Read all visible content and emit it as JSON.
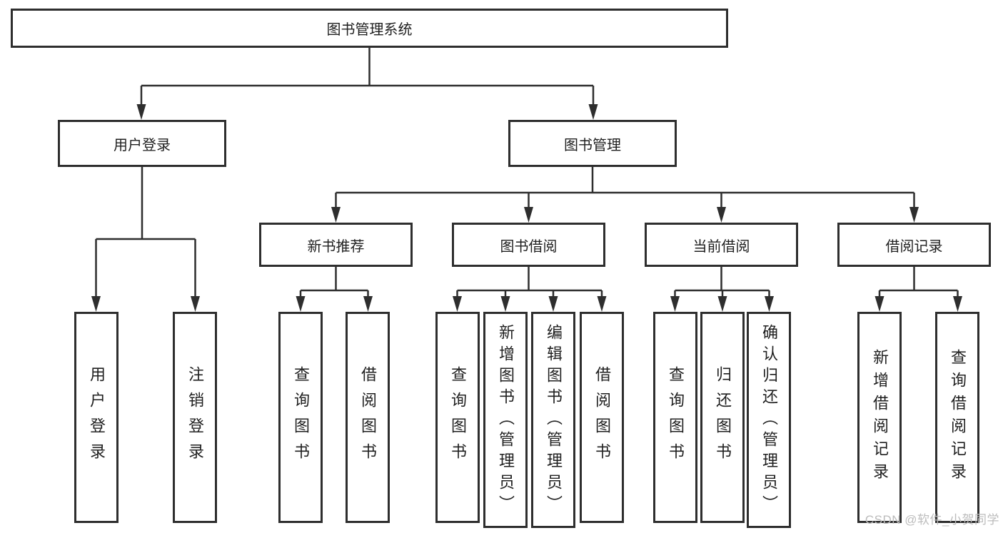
{
  "diagram_type": "hierarchy-tree",
  "tree": {
    "root": "图书管理系统",
    "children": [
      {
        "label": "用户登录",
        "children": [
          "用户登录",
          "注销登录"
        ]
      },
      {
        "label": "图书管理",
        "children": [
          {
            "label": "新书推荐",
            "children": [
              "查询图书",
              "借阅图书"
            ]
          },
          {
            "label": "图书借阅",
            "children": [
              "查询图书",
              "新增图书（管理员）",
              "编辑图书（管理员）",
              "借阅图书"
            ]
          },
          {
            "label": "当前借阅",
            "children": [
              "查询图书",
              "归还图书",
              "确认归还（管理员）"
            ]
          },
          {
            "label": "借阅记录",
            "children": [
              "新增借阅记录",
              "查询借阅记录"
            ]
          }
        ]
      }
    ]
  },
  "watermark": "CSDN @软件_小贺同学",
  "colors": {
    "line": "#2e2e2e",
    "box_border": "#2e2e2e",
    "text": "#1f1f1f",
    "watermark": "#bcbcbc",
    "background": "#ffffff"
  }
}
